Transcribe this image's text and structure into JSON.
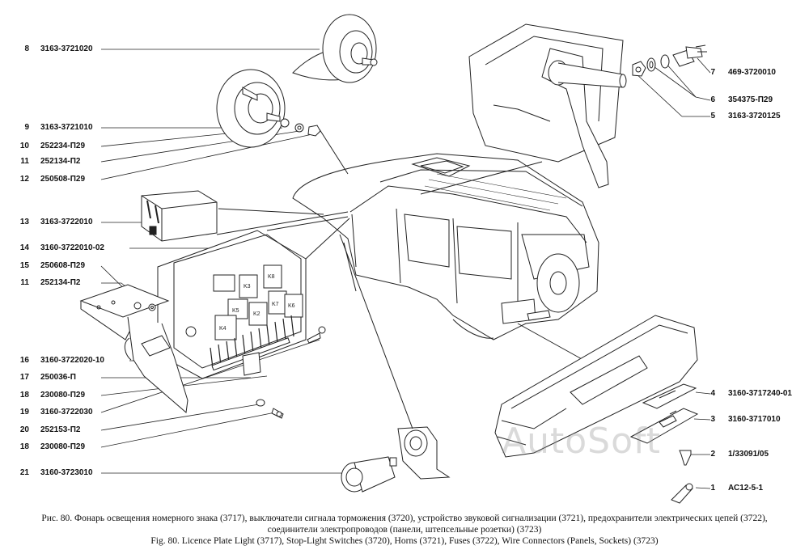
{
  "left_labels": [
    {
      "num": "8",
      "part": "3163-3721020"
    },
    {
      "num": "9",
      "part": "3163-3721010"
    },
    {
      "num": "10",
      "part": "252234-П29"
    },
    {
      "num": "11",
      "part": "252134-П2"
    },
    {
      "num": "12",
      "part": "250508-П29"
    },
    {
      "num": "13",
      "part": "3163-3722010"
    },
    {
      "num": "14",
      "part": "3160-3722010-02"
    },
    {
      "num": "15",
      "part": "250608-П29"
    },
    {
      "num": "11",
      "part": "252134-П2"
    },
    {
      "num": "16",
      "part": "3160-3722020-10"
    },
    {
      "num": "17",
      "part": "250036-П"
    },
    {
      "num": "18",
      "part": "230080-П29"
    },
    {
      "num": "19",
      "part": "3160-3722030"
    },
    {
      "num": "20",
      "part": "252153-П2"
    },
    {
      "num": "18",
      "part": "230080-П29"
    },
    {
      "num": "21",
      "part": "3160-3723010"
    }
  ],
  "right_labels": [
    {
      "num": "7",
      "part": "469-3720010"
    },
    {
      "num": "6",
      "part": "354375-П29"
    },
    {
      "num": "5",
      "part": "3163-3720125"
    },
    {
      "num": "4",
      "part": "3160-3717240-01"
    },
    {
      "num": "3",
      "part": "3160-3717010"
    },
    {
      "num": "2",
      "part": "1/33091/05"
    },
    {
      "num": "1",
      "part": "АС12-5-1"
    }
  ],
  "fuse_relays": [
    "K3",
    "K8",
    "K5",
    "K2",
    "K7",
    "K6",
    "K4"
  ],
  "watermark": "AutoSoft",
  "caption_ru_1": "Рис. 80. Фонарь освещения номерного знака (3717), выключатели сигнала торможения (3720), устройство звуковой сигнализации (3721), предохранители электрических цепей (3722),",
  "caption_ru_2": "соединители электропроводов (панели, штепсельные розетки) (3723)",
  "caption_en": "Fig. 80. Licence Plate Light (3717), Stop-Light Switches (3720), Horns (3721), Fuses (3722), Wire Connectors (Panels, Sockets) (3723)"
}
